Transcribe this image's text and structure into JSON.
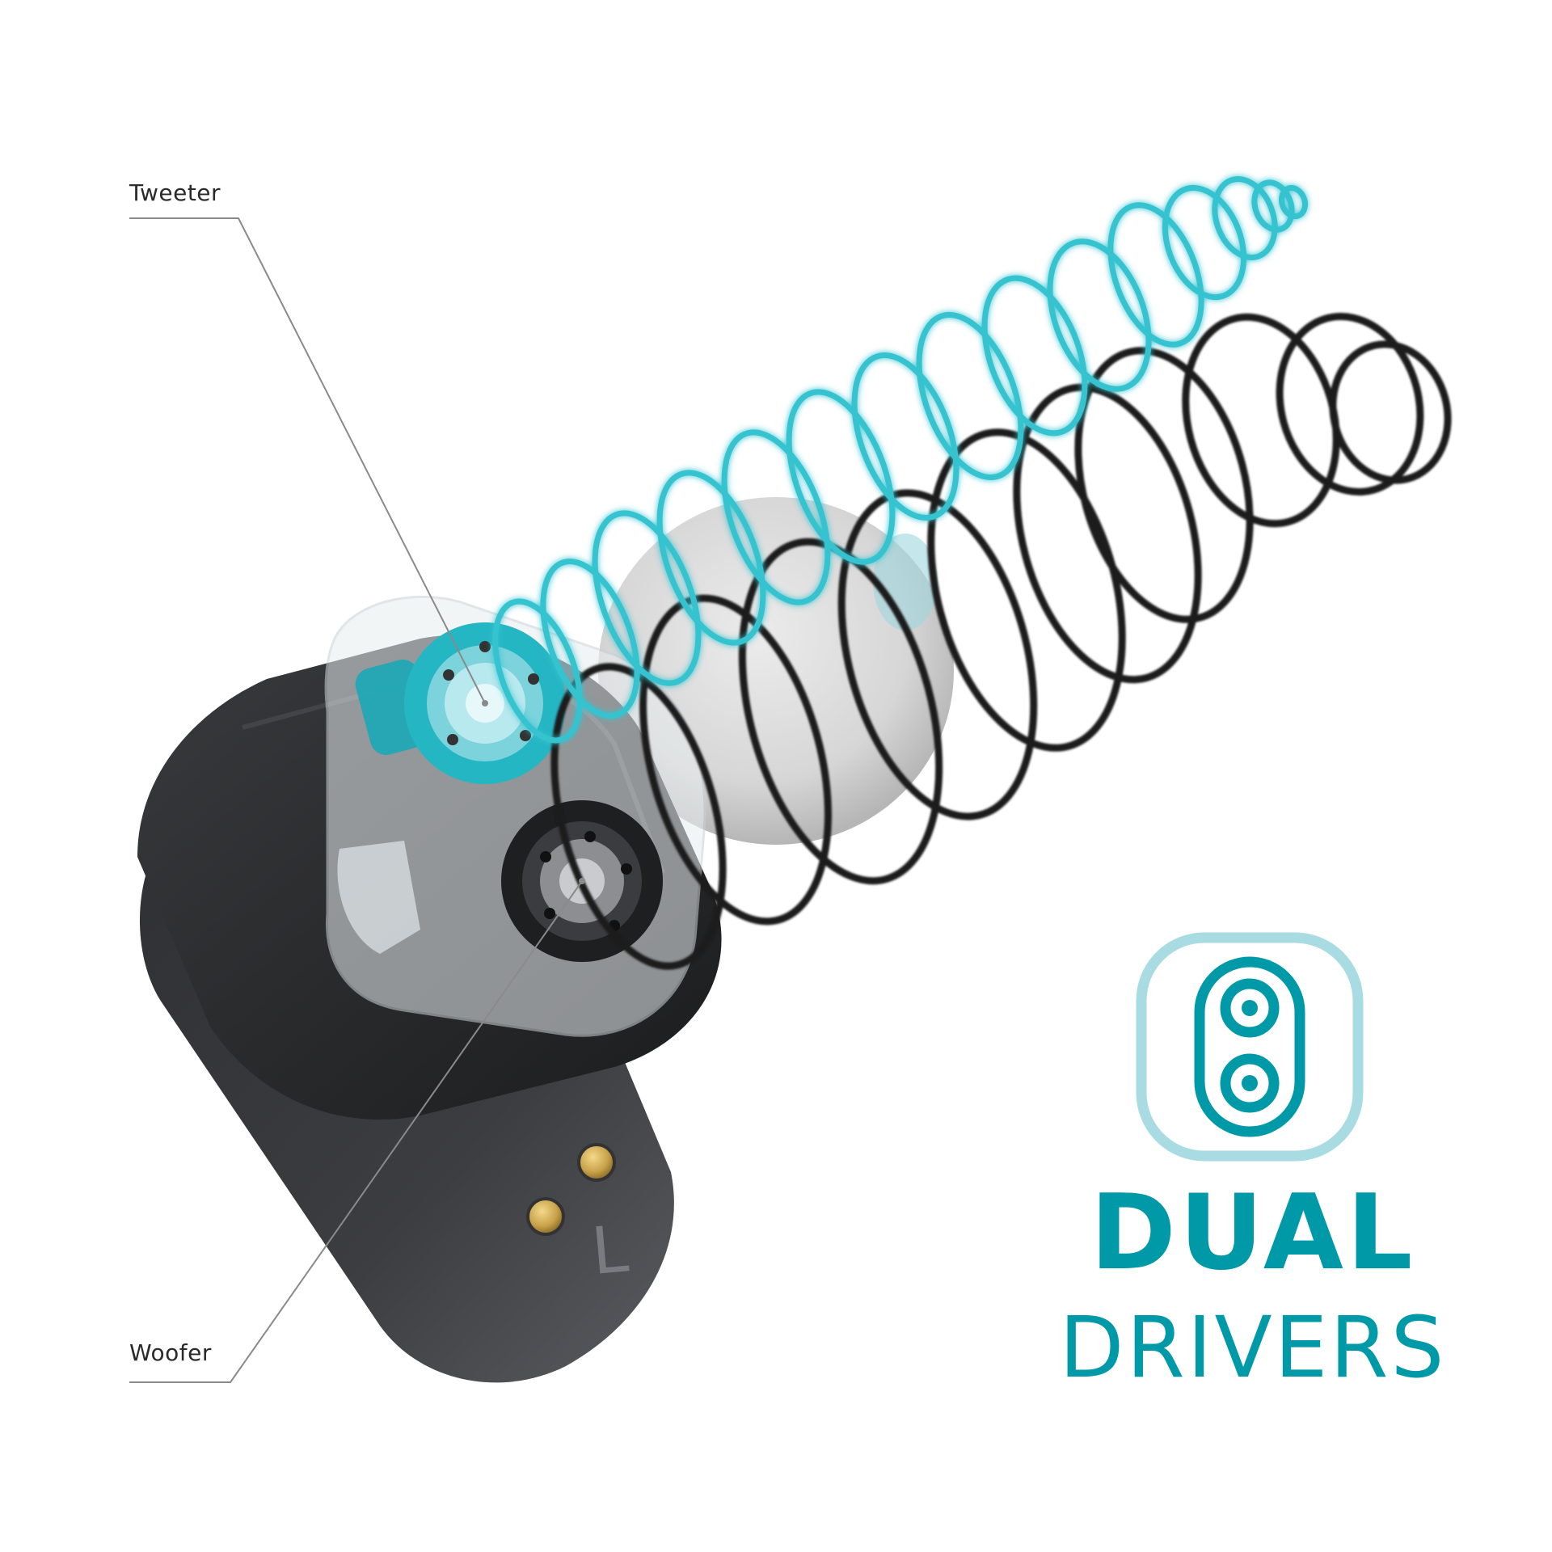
{
  "callouts": {
    "tweeter": "Tweeter",
    "woofer": "Woofer"
  },
  "headline": {
    "line1": "DUAL",
    "line2": "DRIVERS"
  },
  "earbud": {
    "side_mark": "L"
  },
  "icons": {
    "badge": "dual-driver-icon"
  },
  "colors": {
    "accent": "#0099a8",
    "accent_light": "#a9dce2",
    "wave_cyan": "#36c3d0",
    "wave_dark": "#1a1a1a",
    "earbud_body": "#2b2c2e",
    "gold_contacts": "#c9a24a"
  }
}
